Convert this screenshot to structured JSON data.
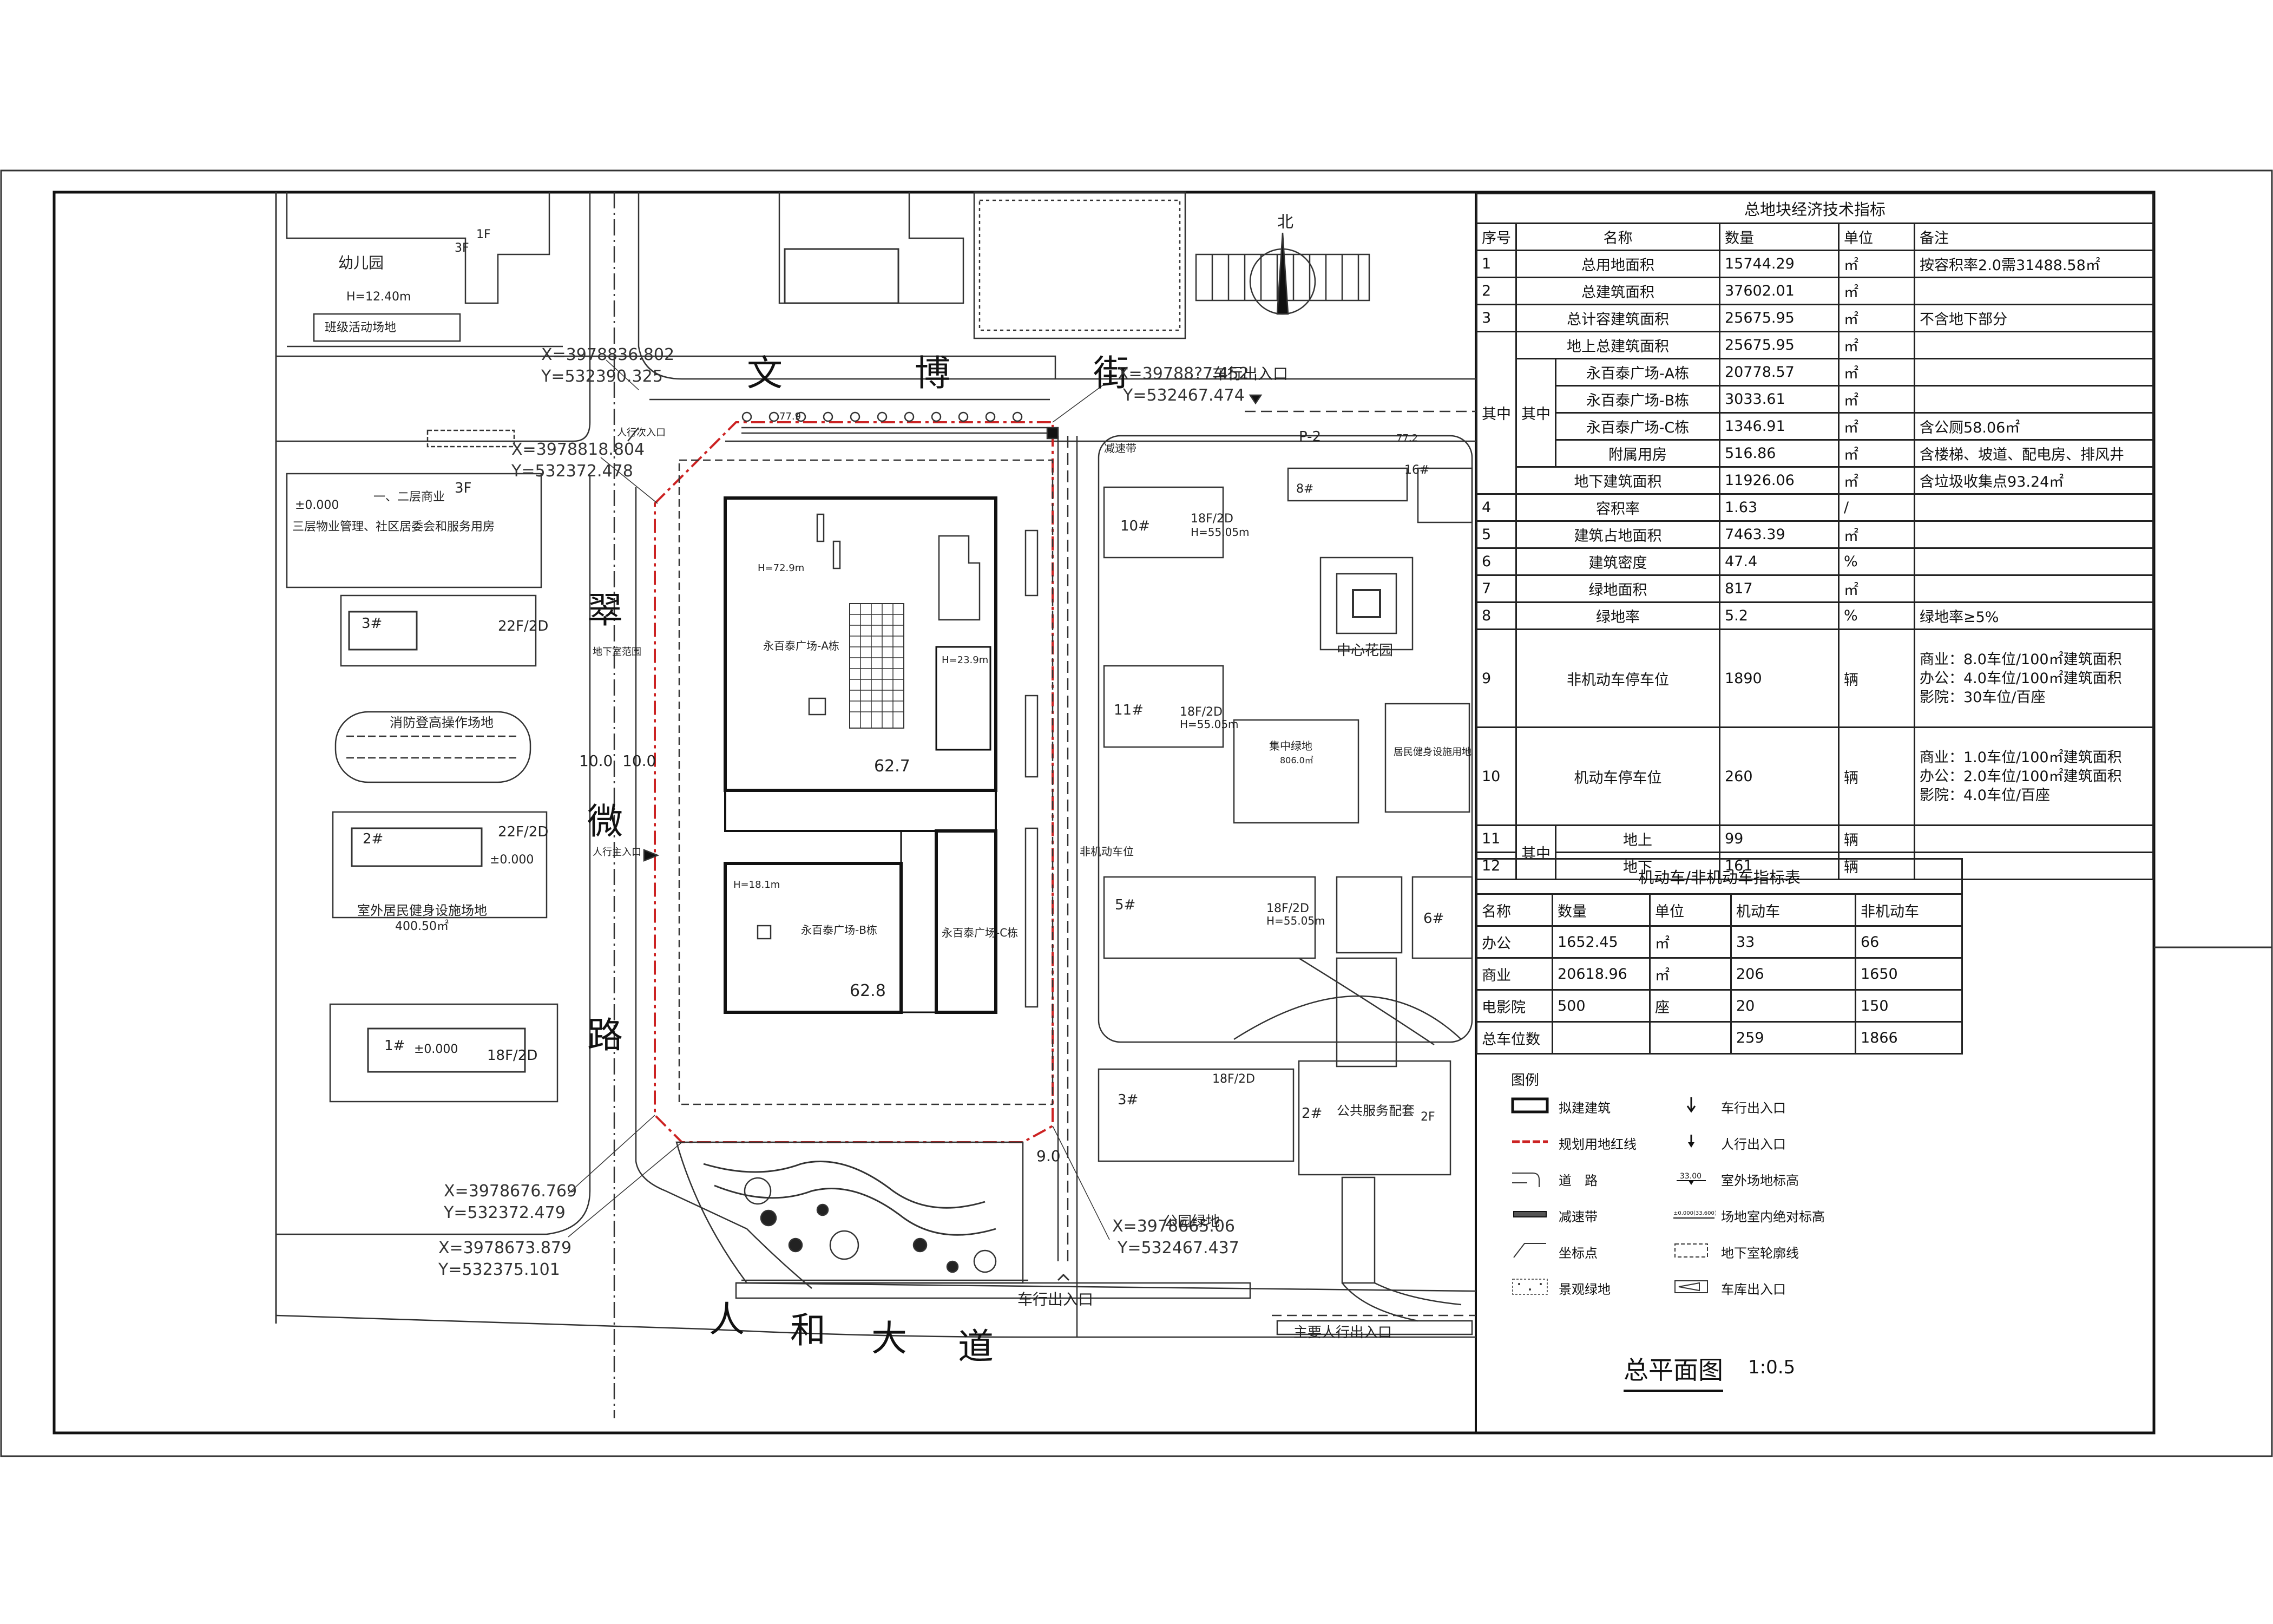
{
  "plan": {
    "title": "总平面图",
    "scale": "1:0.5",
    "north_label": "北",
    "roads": {
      "north_chars": [
        "文",
        "博",
        "街"
      ],
      "west_chars": [
        "翠",
        "微",
        "路"
      ],
      "south_chars": [
        "人",
        "和",
        "大",
        "道"
      ]
    },
    "coordinates": [
      {
        "x": "X=3978836.802",
        "y": "Y=532390.325"
      },
      {
        "x": "X=3978818.804",
        "y": "Y=532372.478"
      },
      {
        "x": "X=39788?7.452",
        "y": "Y=532467.474"
      },
      {
        "x": "X=3978676.769",
        "y": "Y=532372.479"
      },
      {
        "x": "X=3978673.879",
        "y": "Y=532375.101"
      },
      {
        "x": "X=3978665.06",
        "y": "Y=532467.437"
      }
    ],
    "labels": {
      "kindergarten": "幼儿园",
      "kindergarten_height": "H=12.40m",
      "activity_field": "班级活动场地",
      "fire_field": "消防登高操作场地",
      "fitness_field": "室外居民健身设施场地",
      "fitness_area": "400.50㎡",
      "central_garden": "中心花园",
      "green_core": "集中绿地",
      "green_core_area": "806.0㎡",
      "resident_fitness": "居民健身设施用地",
      "public_service": "公共服务配套",
      "park_green": "公园绿地",
      "vehicle_entry_n": "车行出入口",
      "vehicle_entry_s": "车行出入口",
      "ped_entry_main": "主要人行出入口",
      "ped_entry_w": "人行主入口",
      "ped_entry_nw": "人行次入口",
      "underground_line": "地下室范围",
      "non_motor_parking": "非机动车位",
      "speed_bump": "减速带",
      "mall_a": "永百泰广场-A栋",
      "mall_b": "永百泰广场-B栋",
      "mall_c": "永百泰广场-C栋",
      "mall_a_height": "H=72.9m",
      "mall_b_height": "H=18.1m",
      "mall_c_height": "H=23.9m",
      "floor_1f": "1F",
      "floor_3f": "3F",
      "floor_2f": "2F",
      "elev_627": "62.7",
      "elev_628": "62.8",
      "elev_000": "±0.000",
      "commerce_note": "一、二层商业",
      "commerce_note2": "三层物业管理、社区居委会和服务用房",
      "b3": "3#",
      "b2": "2#",
      "b1": "1#",
      "b10": "10#",
      "b11": "11#",
      "b5": "5#",
      "b6": "6#",
      "b8": "8#",
      "b16": "16#",
      "b3e": "3#",
      "b2e": "2#",
      "f22": "22F/2D",
      "f18": "18F/2D",
      "h55": "H=55.05m",
      "p2": "P-2",
      "dim_10": "10.0",
      "dim_9": "9.0",
      "elev_779": "77.9",
      "elev_772": "77.2"
    }
  },
  "econ_table": {
    "title": "总地块经济技术指标",
    "headers": [
      "序号",
      "名称",
      "数量",
      "单位",
      "备注"
    ],
    "rows": [
      {
        "no": "1",
        "name": "总用地面积",
        "qty": "15744.29",
        "unit": "㎡",
        "note": "按容积率2.0需31488.58㎡"
      },
      {
        "no": "2",
        "name": "总建筑面积",
        "qty": "37602.01",
        "unit": "㎡",
        "note": ""
      },
      {
        "no": "3",
        "name": "总计容建筑面积",
        "qty": "25675.95",
        "unit": "㎡",
        "note": "不含地下部分"
      },
      {
        "no": "",
        "name": "地上总建筑面积",
        "qty": "25675.95",
        "unit": "㎡",
        "note": ""
      },
      {
        "no": "",
        "name": "永百泰广场-A栋",
        "qty": "20778.57",
        "unit": "㎡",
        "note": ""
      },
      {
        "no": "",
        "name": "永百泰广场-B栋",
        "qty": "3033.61",
        "unit": "㎡",
        "note": ""
      },
      {
        "no": "",
        "name": "永百泰广场-C栋",
        "qty": "1346.91",
        "unit": "㎡",
        "note": "含公厕58.06㎡"
      },
      {
        "no": "",
        "name": "附属用房",
        "qty": "516.86",
        "unit": "㎡",
        "note": "含楼梯、坡道、配电房、排风井"
      },
      {
        "no": "",
        "name": "地下建筑面积",
        "qty": "11926.06",
        "unit": "㎡",
        "note": "含垃圾收集点93.24㎡"
      },
      {
        "no": "4",
        "name": "容积率",
        "qty": "1.63",
        "unit": "/",
        "note": ""
      },
      {
        "no": "5",
        "name": "建筑占地面积",
        "qty": "7463.39",
        "unit": "㎡",
        "note": ""
      },
      {
        "no": "6",
        "name": "建筑密度",
        "qty": "47.4",
        "unit": "%",
        "note": ""
      },
      {
        "no": "7",
        "name": "绿地面积",
        "qty": "817",
        "unit": "㎡",
        "note": ""
      },
      {
        "no": "8",
        "name": "绿地率",
        "qty": "5.2",
        "unit": "%",
        "note": "绿地率≥5%"
      },
      {
        "no": "9",
        "name": "非机动车停车位",
        "qty": "1890",
        "unit": "辆",
        "note": "商业：8.0车位/100㎡建筑面积\n办公：4.0车位/100㎡建筑面积\n影院：30车位/百座"
      },
      {
        "no": "10",
        "name": "机动车停车位",
        "qty": "260",
        "unit": "辆",
        "note": "商业：1.0车位/100㎡建筑面积\n办公：2.0车位/100㎡建筑面积\n影院：4.0车位/百座"
      },
      {
        "no": "11",
        "name": "地上",
        "qty": "99",
        "unit": "辆",
        "note": ""
      },
      {
        "no": "12",
        "name": "地下",
        "qty": "161",
        "unit": "辆",
        "note": ""
      }
    ],
    "group_outer": "其中",
    "group_inner": "其中",
    "group_park": "其中"
  },
  "parking_table": {
    "title": "机动车/非机动车指标表",
    "headers": [
      "名称",
      "数量",
      "单位",
      "机动车",
      "非机动车"
    ],
    "rows": [
      [
        "办公",
        "1652.45",
        "㎡",
        "33",
        "66"
      ],
      [
        "商业",
        "20618.96",
        "㎡",
        "206",
        "1650"
      ],
      [
        "电影院",
        "500",
        "座",
        "20",
        "150"
      ],
      [
        "总车位数",
        "",
        "",
        "259",
        "1866"
      ]
    ]
  },
  "legend": {
    "title": "图例",
    "items": [
      "拟建建筑",
      "规划用地红线",
      "道　路",
      "减速带",
      "坐标点",
      "景观绿地",
      "车行出入口",
      "人行出入口",
      "室外场地标高",
      "场地室内绝对标高",
      "地下室轮廓线",
      "车库出入口"
    ],
    "sym_elev": "33.00",
    "sym_abs": "±0.000(33.600)"
  },
  "colors": {
    "line": "#222222",
    "red": "#cc2222",
    "fill_dark": "#333333"
  }
}
